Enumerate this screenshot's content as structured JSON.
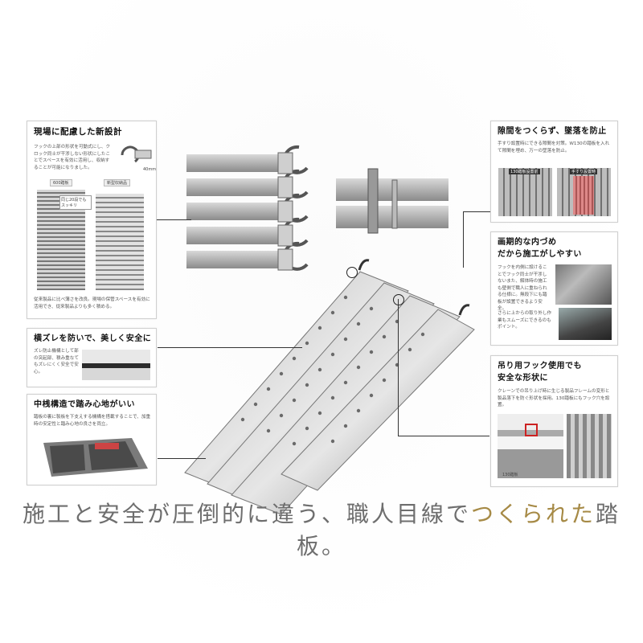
{
  "cards": {
    "design": {
      "title": "現場に配慮した新設計",
      "body": "フックの上部の形状を可動式にし、クロック同士が干渉しない形状にしたことでスペースを有効に活用し、収納することが可能になりました。",
      "label_old": "600踏板",
      "label_new": "新型収納品",
      "callout": "同じ20段でも スッキリ",
      "hook_label": "40mm",
      "footer": "従来製品に比べ薄さを改良。現場の保管スペースを有効に活用でき、従来製品よりも多く積める。"
    },
    "slip": {
      "title": "横ズレを防いで、美しく安全に",
      "body": "ズレ防止機構として部の突起部、積み重なてもズレにくく安全で安心。"
    },
    "beam": {
      "title": "中桟構造で踏み心地がいい",
      "body": "踏板の裏に製板を下支えする機構を搭載することで、加重時の安定性と踏み心地の良さを両立。"
    },
    "gap": {
      "title": "隙間をつくらず、墜落を防止",
      "body": "手すり設置時にできる隙間を対策。W130の踏板を入れて隙間を埋め、万一の墜落を防止。",
      "label_a": "130踏板設置前",
      "label_b": "手すり設置時"
    },
    "hook": {
      "title_line1": "画期的な内づめ",
      "title_line2": "だから施工がしやすい",
      "body1": "フックを内側に設けることでフック同士が干渉しないまた、解体時の施工も壁側で職人に重ねられる仕様に。無段下にも踏板が設置できるよう安全。",
      "body2": "さらに上からの取り外し作業もスムーズにできるのもポイント。"
    },
    "lift": {
      "title_line1": "吊り用フック使用でも",
      "title_line2": "安全な形状に",
      "body": "クレーンでの吊り上げ時に生じる製品フレームの変形と製品落下を防ぐ形状を採用。130踏板にもフック穴を設置。",
      "photo_label": "130踏板"
    }
  },
  "tagline": {
    "part1": "施工と安全が圧倒的に違う、職人目線で",
    "part2": "つくられた",
    "part3": "踏板。"
  }
}
